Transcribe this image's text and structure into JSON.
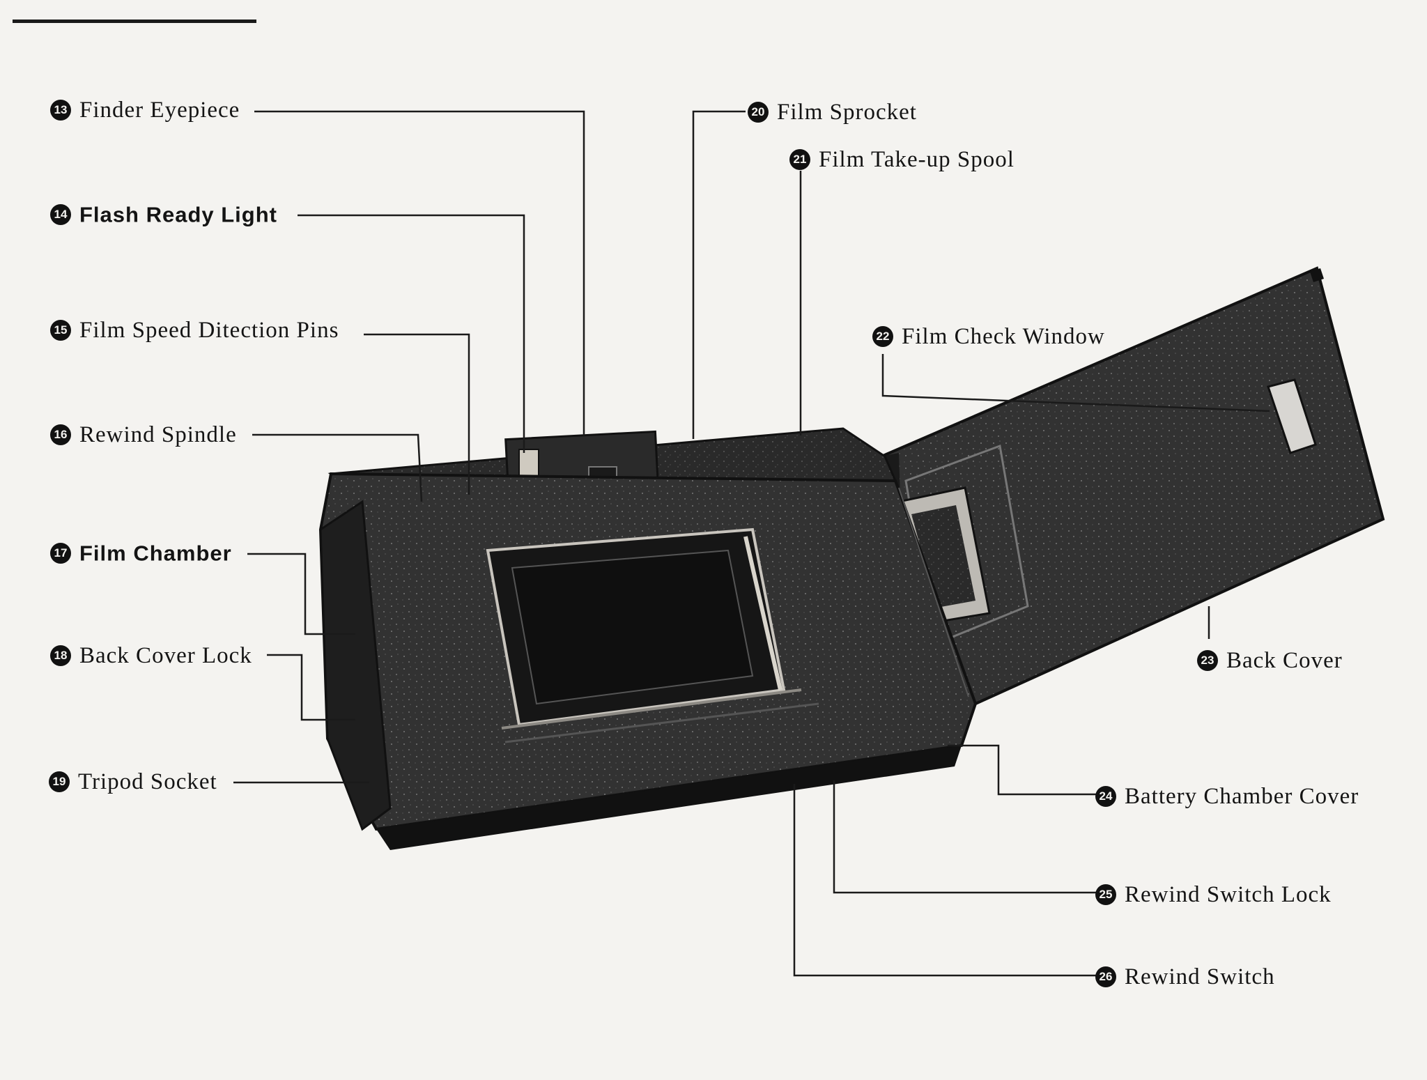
{
  "labels": [
    {
      "id": "finder-eyepiece",
      "num": "13",
      "text": "Finder Eyepiece"
    },
    {
      "id": "flash-ready-light",
      "num": "14",
      "text": "Flash Ready Light"
    },
    {
      "id": "film-speed-detection-pins",
      "num": "15",
      "text": "Film Speed Ditection Pins"
    },
    {
      "id": "rewind-spindle",
      "num": "16",
      "text": "Rewind Spindle"
    },
    {
      "id": "film-chamber",
      "num": "17",
      "text": "Film Chamber"
    },
    {
      "id": "back-cover-lock",
      "num": "18",
      "text": "Back Cover Lock"
    },
    {
      "id": "tripod-socket",
      "num": "19",
      "text": "Tripod Socket"
    },
    {
      "id": "film-sprocket",
      "num": "20",
      "text": "Film Sprocket"
    },
    {
      "id": "film-take-up-spool",
      "num": "21",
      "text": "Film Take-up Spool"
    },
    {
      "id": "film-check-window",
      "num": "22",
      "text": "Film Check Window"
    },
    {
      "id": "back-cover",
      "num": "23",
      "text": "Back Cover"
    },
    {
      "id": "battery-chamber-cover",
      "num": "24",
      "text": "Battery Chamber Cover"
    },
    {
      "id": "rewind-switch-lock",
      "num": "25",
      "text": "Rewind Switch Lock"
    },
    {
      "id": "rewind-switch",
      "num": "26",
      "text": "Rewind Switch"
    }
  ]
}
